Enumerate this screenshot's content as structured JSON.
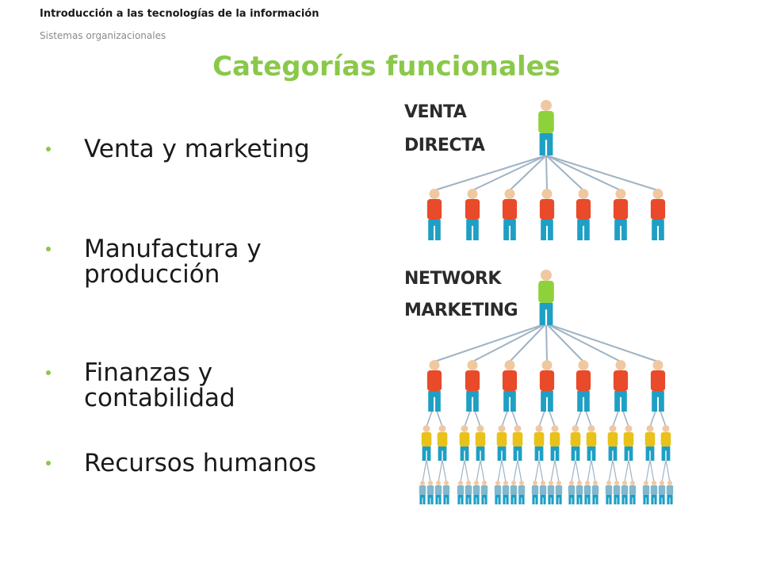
{
  "header": {
    "course_title": "Introducción a las tecnologías de la información",
    "course_subtitle": "Sistemas organizacionales"
  },
  "slide": {
    "title": "Categorías funcionales",
    "bullets": [
      "Venta y marketing",
      "Manufactura y producción",
      "Finanzas y contabilidad",
      "Recursos humanos"
    ]
  },
  "diagram": {
    "direct_label_line1": "VENTA",
    "direct_label_line2": "DIRECTA",
    "network_label_line1": "NETWORK",
    "network_label_line2": "MARKETING",
    "colors": {
      "top_person_shirt": "#8ed13a",
      "level1_shirt": "#e84a2a",
      "level2_shirt": "#e8c21a",
      "level3_shirt": "#7fb8cf",
      "pants": "#1e9fc4",
      "skin": "#f0c8a0",
      "line": "#9fb3c4"
    }
  }
}
